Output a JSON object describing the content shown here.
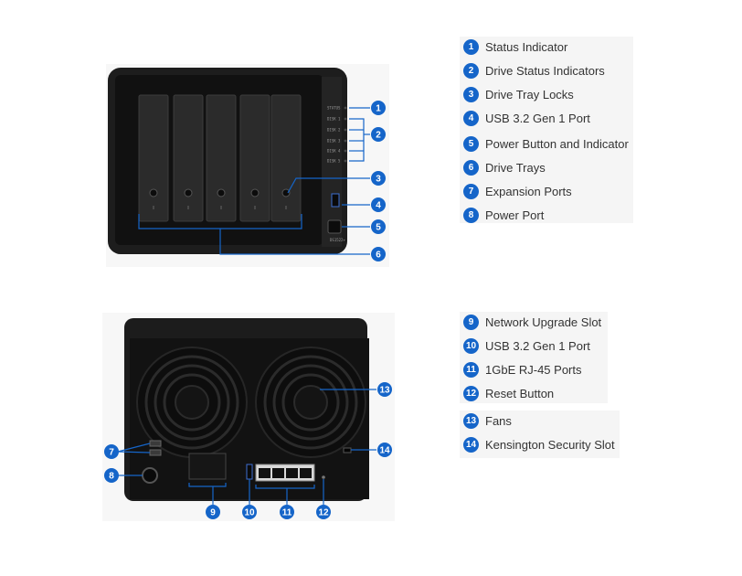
{
  "front_legend": [
    {
      "num": "1",
      "label": "Status Indicator"
    },
    {
      "num": "2",
      "label": "Drive Status Indicators"
    },
    {
      "num": "3",
      "label": "Drive Tray Locks"
    },
    {
      "num": "4",
      "label": "USB 3.2 Gen 1 Port"
    },
    {
      "num": "5",
      "label": "Power Button and Indicator"
    },
    {
      "num": "6",
      "label": "Drive Trays"
    },
    {
      "num": "7",
      "label": "Expansion Ports"
    },
    {
      "num": "8",
      "label": "Power Port"
    }
  ],
  "rear_legend": [
    {
      "num": "9",
      "label": "Network Upgrade Slot"
    },
    {
      "num": "10",
      "label": "USB 3.2 Gen 1 Port"
    },
    {
      "num": "11",
      "label": "1GbE RJ-45 Ports"
    },
    {
      "num": "12",
      "label": "Reset Button"
    },
    {
      "num": "13",
      "label": "Fans"
    },
    {
      "num": "14",
      "label": "Kensington Security Slot"
    }
  ],
  "front_panel": {
    "model_badge": "DS1522+",
    "led_labels": [
      "STATUS",
      "DISK 1",
      "DISK 2",
      "DISK 3",
      "DISK 4",
      "DISK 5"
    ]
  },
  "accent_color": "#1565c9"
}
